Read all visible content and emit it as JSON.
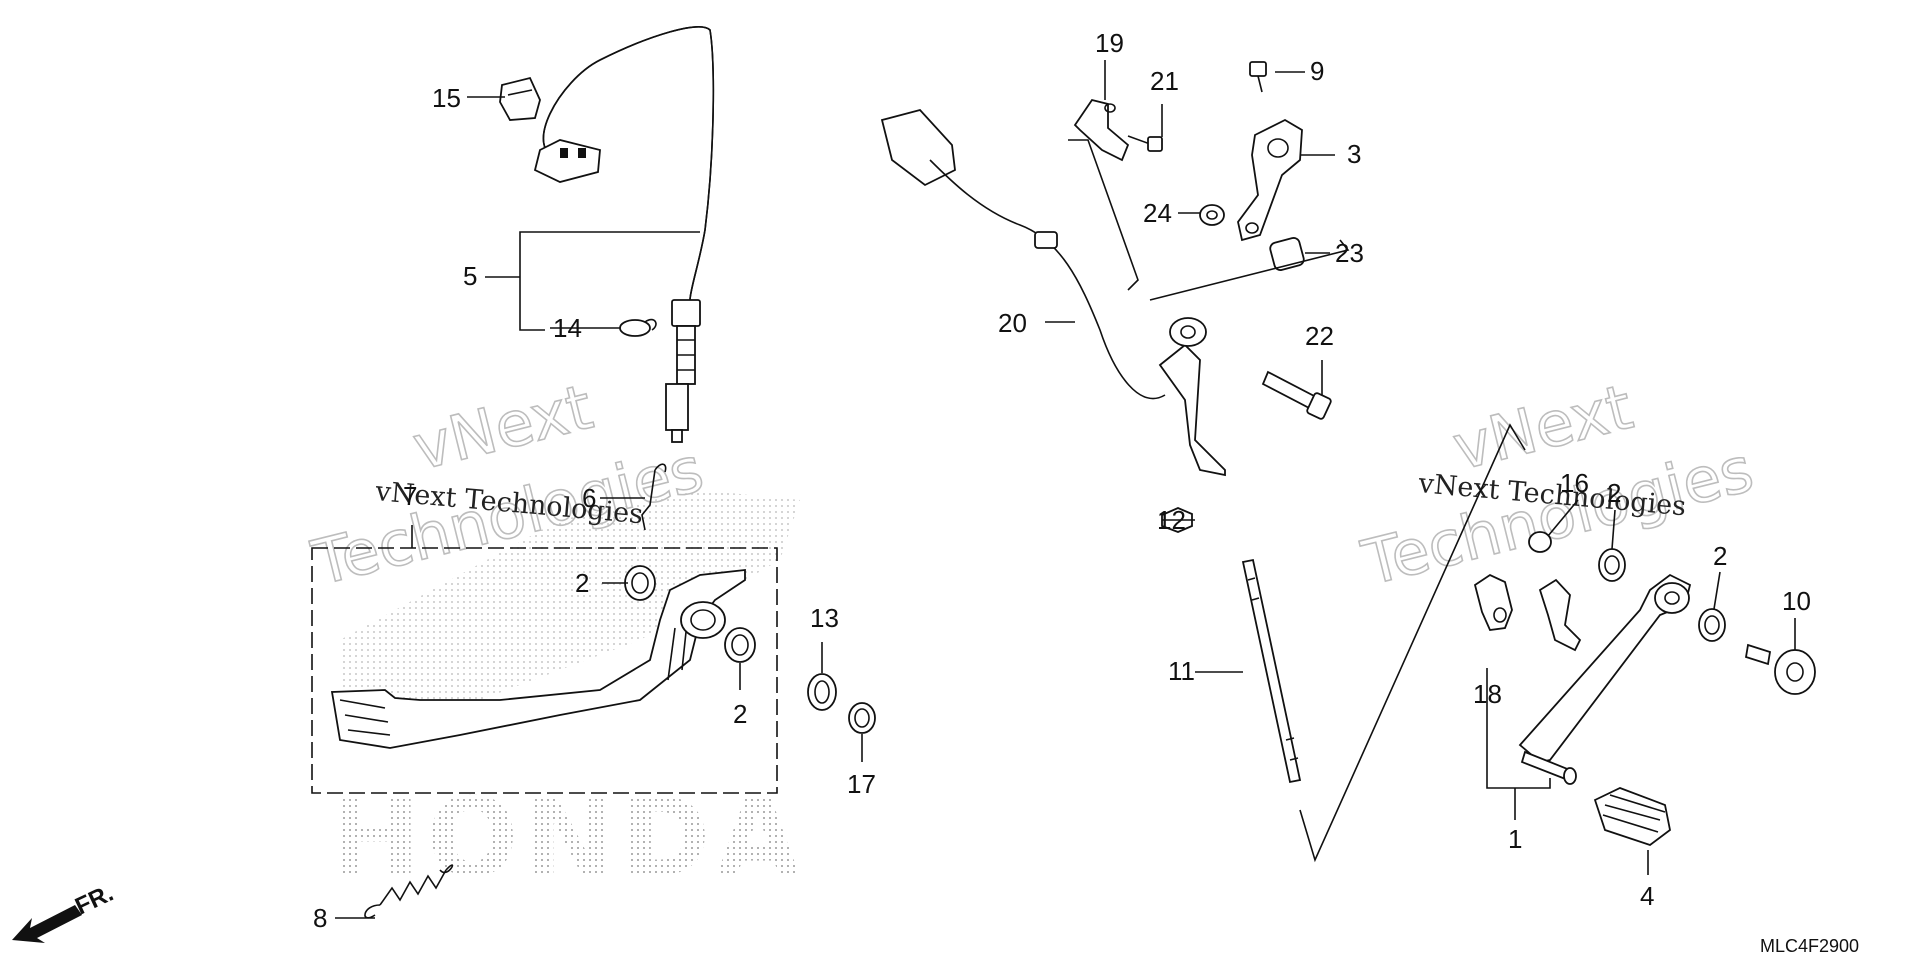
{
  "diagram_code": "MLC4F2900",
  "orientation_label": "FR.",
  "brand_watermark": "HONDA",
  "watermarks": [
    {
      "line1": "vNext",
      "line2": "Technologies",
      "serif": "vNext Technologies"
    },
    {
      "line1": "vNext",
      "line2": "Technologies",
      "serif": "vNext Technologies"
    }
  ],
  "callouts": {
    "c1": "1",
    "c2a": "2",
    "c2b": "2",
    "c2c": "2",
    "c2d": "2",
    "c3": "3",
    "c4": "4",
    "c5": "5",
    "c6": "6",
    "c7": "7",
    "c8": "8",
    "c9": "9",
    "c10": "10",
    "c11": "11",
    "c12": "12",
    "c13": "13",
    "c14": "14",
    "c15": "15",
    "c16": "16",
    "c17": "17",
    "c18": "18",
    "c19": "19",
    "c20": "20",
    "c21": "21",
    "c22": "22",
    "c23": "23",
    "c24": "24"
  }
}
